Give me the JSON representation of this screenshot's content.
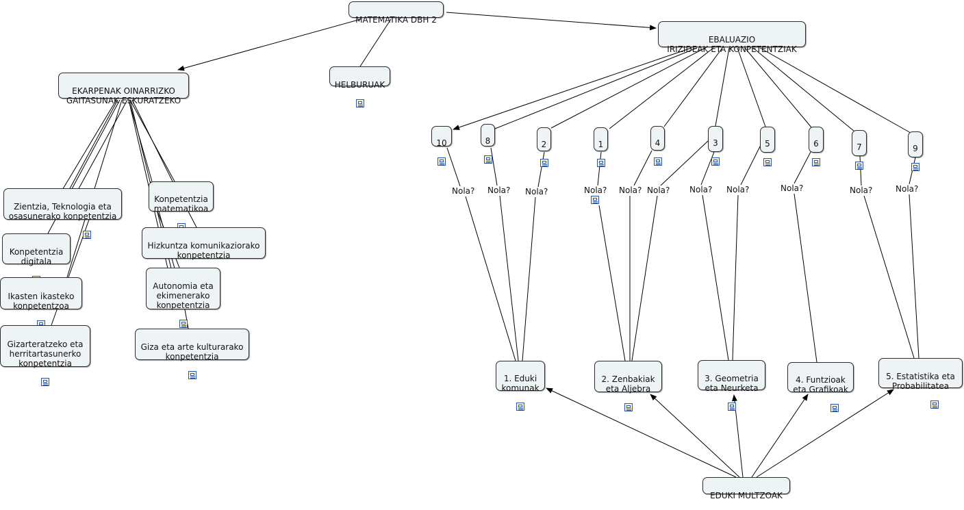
{
  "nodes": {
    "root": "MATEMATIKA DBH 2",
    "ekarpenak": "EKARPENAK OINARRIZKO\nGAITASUNAK ESKURATZEKO",
    "helburuak": "HELBURUAK",
    "ebaluazio": "EBALUAZIO\nIRIZIDEAK ETA KONPETENTZIAK",
    "zientzia": "Zientzia, Teknologia eta\nosasunerako konpetentzia",
    "digitala": "Konpetentzia\ndigitala",
    "ikasten": "Ikasten ikasteko\nkonpetentzoa",
    "gizarte": "Gizarteratzeko eta\nherritartasunerko\nkonpetentzia",
    "matematikoa": "Konpetentzia\nmatematikoa",
    "hizkuntza": "Hizkuntza komunikaziorako\nkonpetentzia",
    "autonomia": "Autonomia eta\nekimenerako\nkonpetentzia",
    "giza": "Giza eta arte kulturarako\nkonpetentzia",
    "n10": "10",
    "n8": "8",
    "n2": "2",
    "n1": "1",
    "n4": "4",
    "n3": "3",
    "n5": "5",
    "n6": "6",
    "n7": "7",
    "n9": "9",
    "b1": "1. Eduki\nkomunak",
    "b2": "2. Zenbakiak\neta Aljebra",
    "b3": "3. Geometria\neta Neurketa",
    "b4": "4. Funtzioak\neta Grafikoak",
    "b5": "5. Estatistika eta\nProbabilitatea",
    "edukiMultzoak": "EDUKI MULTZOAK"
  },
  "link_label": "Nola?",
  "colors": {
    "node_fill": "#eef3f6",
    "node_border": "#2b2b2b",
    "line": "#000000",
    "resource_icon": "#2a55a8"
  },
  "icons": [
    "resource-icon",
    "arrow-head-icon"
  ]
}
